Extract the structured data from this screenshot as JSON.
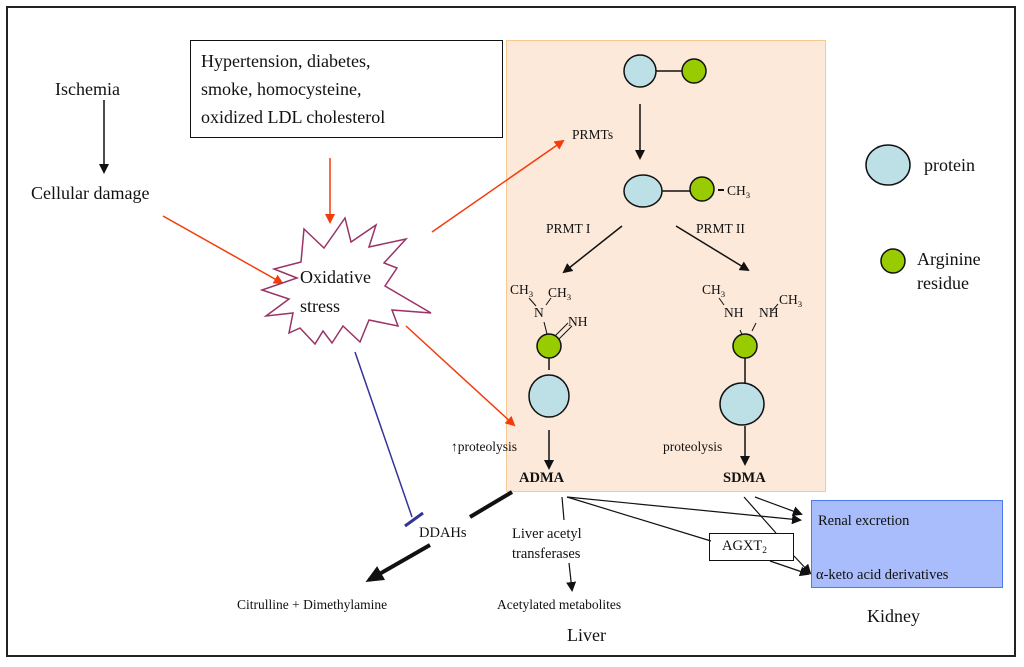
{
  "figure": {
    "colors": {
      "protein": "#bde0e6",
      "arginine": "#99cc00",
      "peach_region": "#fde9d9",
      "kidney_region": "#a9bcfb",
      "red_arrow": "#f23c0c",
      "inhibition": "#333399",
      "starburst": "#993366"
    },
    "left": {
      "ischemia": "Ischemia",
      "cellular_damage": "Cellular damage",
      "risk_factors": [
        "Hypertension,  diabetes,",
        "smoke, homocysteine,",
        "oxidized  LDL cholesterol"
      ],
      "oxidative_stress": [
        "Oxidative",
        "stress"
      ]
    },
    "pathway": {
      "prmts": "PRMTs",
      "ch3": "CH",
      "ch3_sub": "3",
      "prmt1": "PRMT I",
      "prmt2": "PRMT II",
      "adma_groups": {
        "ch3_a": "CH",
        "ch3_b": "CH",
        "n": "N",
        "nh": "NH",
        "sub": "3"
      },
      "sdma_groups": {
        "ch3_a": "CH",
        "ch3_b": "CH",
        "nh_a": "NH",
        "nh_b": "NH",
        "sub": "3"
      },
      "up_proteolysis": "↑proteolysis",
      "proteolysis": "proteolysis",
      "adma": "ADMA",
      "sdma": "SDMA"
    },
    "legend": {
      "protein": "protein",
      "arginine": [
        "Arginine",
        "residue"
      ]
    },
    "metabolism": {
      "ddahs": "DDAHs",
      "citrulline": "Citrulline + Dimethylamine",
      "liver_acetyl": [
        "Liver acetyl",
        "transferases"
      ],
      "acetylated": "Acetylated metabolites",
      "liver": "Liver",
      "agxt": "AGXT",
      "agxt_sub": "2",
      "renal_excretion": "Renal excretion",
      "alpha_keto": "α-keto acid derivatives",
      "kidney": "Kidney"
    }
  }
}
